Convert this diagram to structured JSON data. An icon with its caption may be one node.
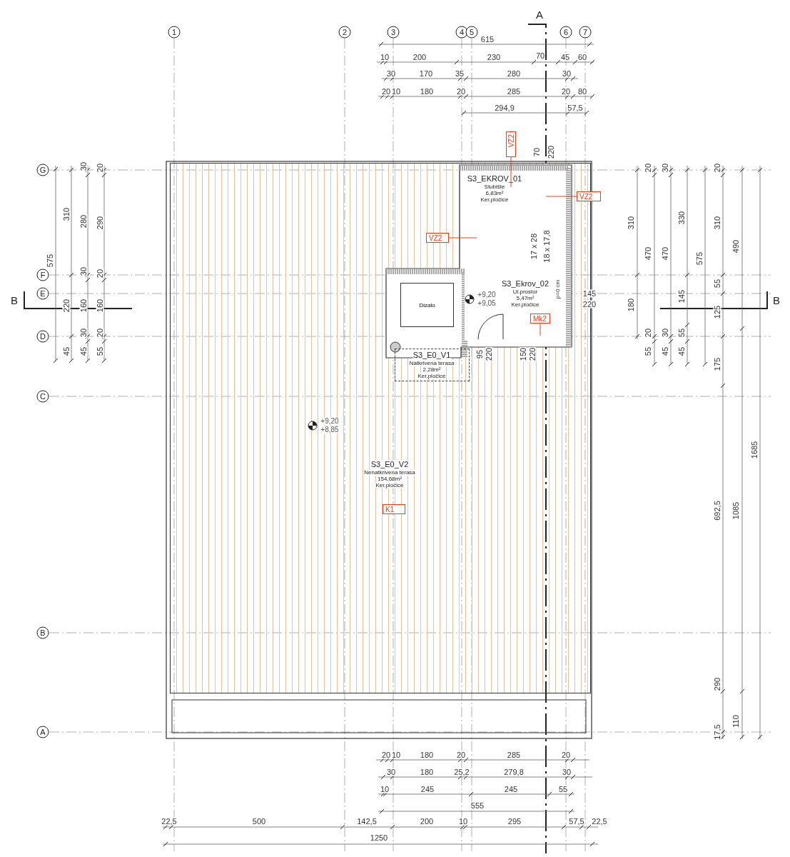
{
  "diagram": {
    "nodes": [
      {
        "text": [
          "S3_E0_V2",
          "Nenatkrivena terasa",
          "154,68m²",
          "Ker.pločice"
        ]
      },
      {
        "text": [
          "S3_EKROV_01",
          "Stubište",
          "6,83m²",
          "Ker.pločice"
        ],
        "in": 0
      },
      {
        "text": [
          "S3_Ekrov_02",
          "Ul.prostor",
          "5,47m²",
          "Ker.pločice"
        ],
        "in": 0
      },
      {
        "text": [
          "Dizalo"
        ],
        "in": 0
      },
      {
        "text": [
          "S3_E0_V1",
          "Natkrivena terasa",
          "2,28m²",
          "Ker.pločice"
        ],
        "in": 0
      },
      {
        "text": [
          "VZ2"
        ]
      },
      {
        "text": [
          "VZ2"
        ]
      },
      {
        "text": [
          "VZ2"
        ],
        "in": 0
      },
      {
        "text": [
          "Mk2"
        ],
        "in": 2
      },
      {
        "text": [
          "K1"
        ],
        "in": 0
      }
    ],
    "edges": [
      {
        "from": 5,
        "to": 1,
        "arrow": "none"
      },
      {
        "from": 6,
        "to": 1,
        "arrow": "none"
      },
      {
        "from": 7,
        "to": 1,
        "arrow": "none"
      },
      {
        "from": 8,
        "to": 2,
        "arrow": "none"
      }
    ],
    "labels": [
      "A",
      "1",
      "2",
      "3",
      "4",
      "5",
      "6",
      "7",
      "615",
      "10",
      "200",
      "230",
      "70",
      "45",
      "60",
      "30",
      "170",
      "35",
      "280",
      "30",
      "20",
      "10",
      "180",
      "20",
      "285",
      "20",
      "80",
      "294,9",
      "57,5",
      "70",
      "220",
      "G",
      "575",
      "310",
      "30",
      "280",
      "20",
      "290",
      "F",
      "30",
      "20",
      "E",
      "B",
      "220",
      "160",
      "160",
      "D",
      "30",
      "20",
      "45",
      "45",
      "55",
      "C",
      "B",
      "A",
      "20",
      "30",
      "20",
      "310",
      "470",
      "470",
      "330",
      "575",
      "310",
      "490",
      "55",
      "180",
      "145",
      "125",
      "B",
      "20",
      "30",
      "55",
      "55",
      "45",
      "45",
      "175",
      "1685",
      "692,5",
      "1085",
      "290",
      "110",
      "17,5",
      "17 x 28",
      "18 x 17,8",
      "+9,20",
      "+9,05",
      "p=0 cm",
      "145",
      "220",
      "95",
      "220",
      "150",
      "220",
      "+9,20",
      "+8,85",
      "20",
      "10",
      "180",
      "20",
      "285",
      "20",
      "30",
      "180",
      "25,2",
      "279,8",
      "30",
      "10",
      "245",
      "245",
      "55",
      "555",
      "22,5",
      "500",
      "142,5",
      "200",
      "10",
      "295",
      "57,5",
      "22,5",
      "1250"
    ]
  }
}
